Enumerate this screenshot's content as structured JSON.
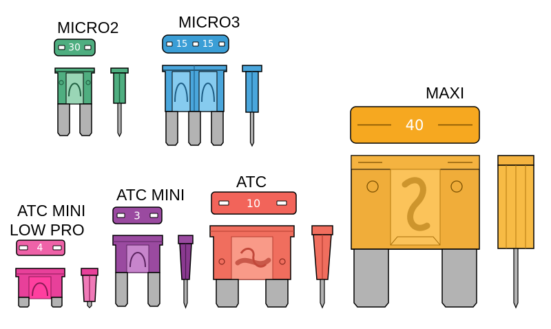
{
  "fuses": {
    "micro2": {
      "name": "MICRO2",
      "rating": "30",
      "color": "#3a9a6c"
    },
    "micro3": {
      "name": "MICRO3",
      "rating_left": "15",
      "rating_right": "15",
      "color": "#2e8fc8"
    },
    "maxi": {
      "name": "MAXI",
      "rating": "40",
      "color": "#f4a623"
    },
    "atc_mini_low_pro": {
      "name_line1": "ATC MINI",
      "name_line2": "LOW PRO",
      "rating": "4",
      "color": "#e8328f"
    },
    "atc_mini": {
      "name": "ATC MINI",
      "rating": "3",
      "color": "#8e3a92"
    },
    "atc": {
      "name": "ATC",
      "rating": "10",
      "color": "#f0604e"
    }
  }
}
